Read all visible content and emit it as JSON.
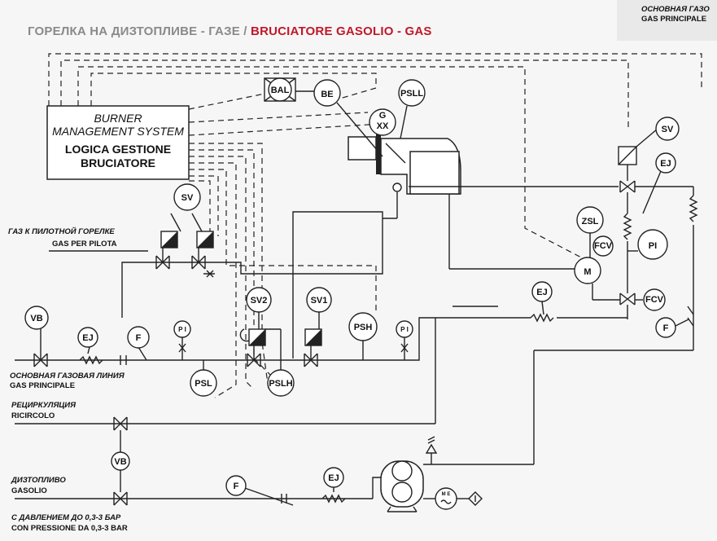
{
  "header": {
    "title_ru": "ГОРЕЛКА НА ДИЗТОПЛИВЕ - ГАЗЕ",
    "title_sep": "/",
    "title_it": "BRUCIATORE GASOLIO - GAS",
    "accent": "#c0182a"
  },
  "corner": {
    "line1": "ОСНОВНАЯ ГАЗО",
    "line2": "GAS PRINCIPALE"
  },
  "bms": {
    "line1": "BURNER",
    "line2": "MANAGEMENT SYSTEM",
    "line3": "LOGICA GESTIONE",
    "line4": "BRUCIATORE"
  },
  "labels": {
    "pilot_ru": "ГАЗ К ПИЛОТНОЙ ГОРЕЛКЕ",
    "pilot_it": "GAS PER PILOTA",
    "main_ru": "ОСНОВНАЯ ГАЗОВАЯ ЛИНИЯ",
    "main_it": "GAS PRINCIPALE",
    "recirc_ru": "РЕЦИРКУЛЯЦИЯ",
    "recirc_it": "RICIRCOLO",
    "diesel_ru": "ДИЗТОПЛИВО",
    "diesel_it": "GASOLIO",
    "pressure_ru": "С ДАВЛЕНИЕМ ДО 0,3-3 БАР",
    "pressure_it": "CON PRESSIONE DA 0,3-3 BAR"
  },
  "instruments": {
    "bal": "BAL",
    "be": "BE",
    "psll": "PSLL",
    "g": "G",
    "xx": "XX",
    "sv": "SV",
    "sv1": "SV1",
    "sv2": "SV2",
    "psh": "PSH",
    "psl": "PSL",
    "pslh": "PSLH",
    "pi": "PI",
    "pi_small": "P I",
    "vb": "VB",
    "ej": "EJ",
    "f": "F",
    "zsl": "ZSL",
    "fcv": "FCV",
    "m": "M",
    "me": "M E"
  }
}
